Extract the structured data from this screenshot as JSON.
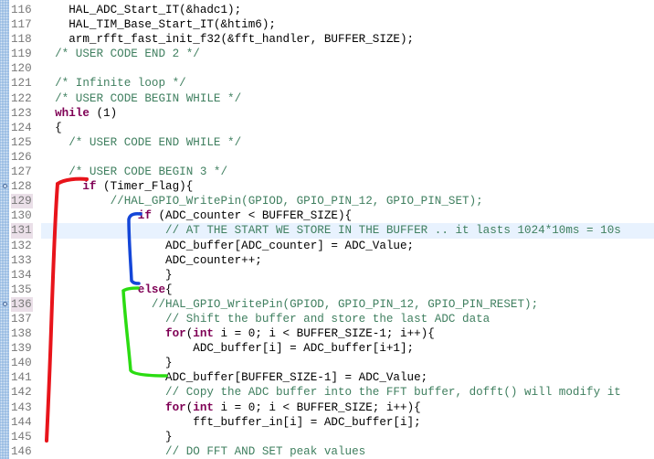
{
  "editor": {
    "current_line": 131,
    "marked_lines": [
      129,
      131,
      136
    ],
    "annotated_lines": [
      128,
      136
    ],
    "lines": [
      {
        "n": "116",
        "tokens": [
          {
            "s": "t",
            "v": "    HAL_ADC_Start_IT(&hadc1);"
          }
        ]
      },
      {
        "n": "117",
        "tokens": [
          {
            "s": "t",
            "v": "    HAL_TIM_Base_Start_IT(&htim6);"
          }
        ]
      },
      {
        "n": "118",
        "tokens": [
          {
            "s": "t",
            "v": "    arm_rfft_fast_init_f32(&fft_handler, BUFFER_SIZE);"
          }
        ]
      },
      {
        "n": "119",
        "tokens": [
          {
            "s": "c",
            "v": "  /* USER CODE END 2 */"
          }
        ]
      },
      {
        "n": "120",
        "tokens": []
      },
      {
        "n": "121",
        "tokens": [
          {
            "s": "c",
            "v": "  /* Infinite loop */"
          }
        ]
      },
      {
        "n": "122",
        "tokens": [
          {
            "s": "c",
            "v": "  /* USER CODE BEGIN WHILE */"
          }
        ]
      },
      {
        "n": "123",
        "tokens": [
          {
            "s": "k",
            "v": "  while"
          },
          {
            "s": "t",
            "v": " (1)"
          }
        ]
      },
      {
        "n": "124",
        "tokens": [
          {
            "s": "t",
            "v": "  {"
          }
        ]
      },
      {
        "n": "125",
        "tokens": [
          {
            "s": "c",
            "v": "    /* USER CODE END WHILE */"
          }
        ]
      },
      {
        "n": "126",
        "tokens": []
      },
      {
        "n": "127",
        "tokens": [
          {
            "s": "c",
            "v": "    /* USER CODE BEGIN 3 */"
          }
        ]
      },
      {
        "n": "128",
        "tokens": [
          {
            "s": "k",
            "v": "      if"
          },
          {
            "s": "t",
            "v": " (Timer_Flag){"
          }
        ]
      },
      {
        "n": "129",
        "tokens": [
          {
            "s": "c",
            "v": "          //HAL_GPIO_WritePin(GPIOD, GPIO_PIN_12, GPIO_PIN_SET);"
          }
        ]
      },
      {
        "n": "130",
        "tokens": [
          {
            "s": "k",
            "v": "              if"
          },
          {
            "s": "t",
            "v": " (ADC_counter < BUFFER_SIZE){"
          }
        ]
      },
      {
        "n": "131",
        "tokens": [
          {
            "s": "c",
            "v": "                  // AT THE START WE STORE IN THE BUFFER .. it lasts 1024*10ms = 10s"
          }
        ]
      },
      {
        "n": "132",
        "tokens": [
          {
            "s": "t",
            "v": "                  ADC_buffer[ADC_counter] = ADC_Value;"
          }
        ]
      },
      {
        "n": "133",
        "tokens": [
          {
            "s": "t",
            "v": "                  ADC_counter++;"
          }
        ]
      },
      {
        "n": "134",
        "tokens": [
          {
            "s": "t",
            "v": "                  }"
          }
        ]
      },
      {
        "n": "135",
        "tokens": [
          {
            "s": "k",
            "v": "              else"
          },
          {
            "s": "t",
            "v": "{"
          }
        ]
      },
      {
        "n": "136",
        "tokens": [
          {
            "s": "c",
            "v": "                //HAL_GPIO_WritePin(GPIOD, GPIO_PIN_12, GPIO_PIN_RESET);"
          }
        ]
      },
      {
        "n": "137",
        "tokens": [
          {
            "s": "c",
            "v": "                  // Shift the buffer and store the last ADC data"
          }
        ]
      },
      {
        "n": "138",
        "tokens": [
          {
            "s": "k",
            "v": "                  for"
          },
          {
            "s": "t",
            "v": "("
          },
          {
            "s": "k",
            "v": "int"
          },
          {
            "s": "t",
            "v": " i = 0; i < BUFFER_SIZE-1; i++){"
          }
        ]
      },
      {
        "n": "139",
        "tokens": [
          {
            "s": "t",
            "v": "                      ADC_buffer[i] = ADC_buffer[i+1];"
          }
        ]
      },
      {
        "n": "140",
        "tokens": [
          {
            "s": "t",
            "v": "                  }"
          }
        ]
      },
      {
        "n": "141",
        "tokens": [
          {
            "s": "t",
            "v": "                  ADC_buffer[BUFFER_SIZE-1] = ADC_Value;"
          }
        ]
      },
      {
        "n": "142",
        "tokens": [
          {
            "s": "c",
            "v": "                  // Copy the ADC buffer into the FFT buffer, dofft() will modify it"
          }
        ]
      },
      {
        "n": "143",
        "tokens": [
          {
            "s": "k",
            "v": "                  for"
          },
          {
            "s": "t",
            "v": "("
          },
          {
            "s": "k",
            "v": "int"
          },
          {
            "s": "t",
            "v": " i = 0; i < BUFFER_SIZE; i++){"
          }
        ]
      },
      {
        "n": "144",
        "tokens": [
          {
            "s": "t",
            "v": "                      fft_buffer_in[i] = ADC_buffer[i];"
          }
        ]
      },
      {
        "n": "145",
        "tokens": [
          {
            "s": "t",
            "v": "                  }"
          }
        ]
      },
      {
        "n": "146",
        "tokens": [
          {
            "s": "c",
            "v": "                  // DO FFT AND SET peak values"
          }
        ]
      }
    ]
  },
  "annotations": {
    "outer_if_color": "#e8141b",
    "inner_if_color": "#1446d8",
    "else_color": "#2bdc12"
  }
}
